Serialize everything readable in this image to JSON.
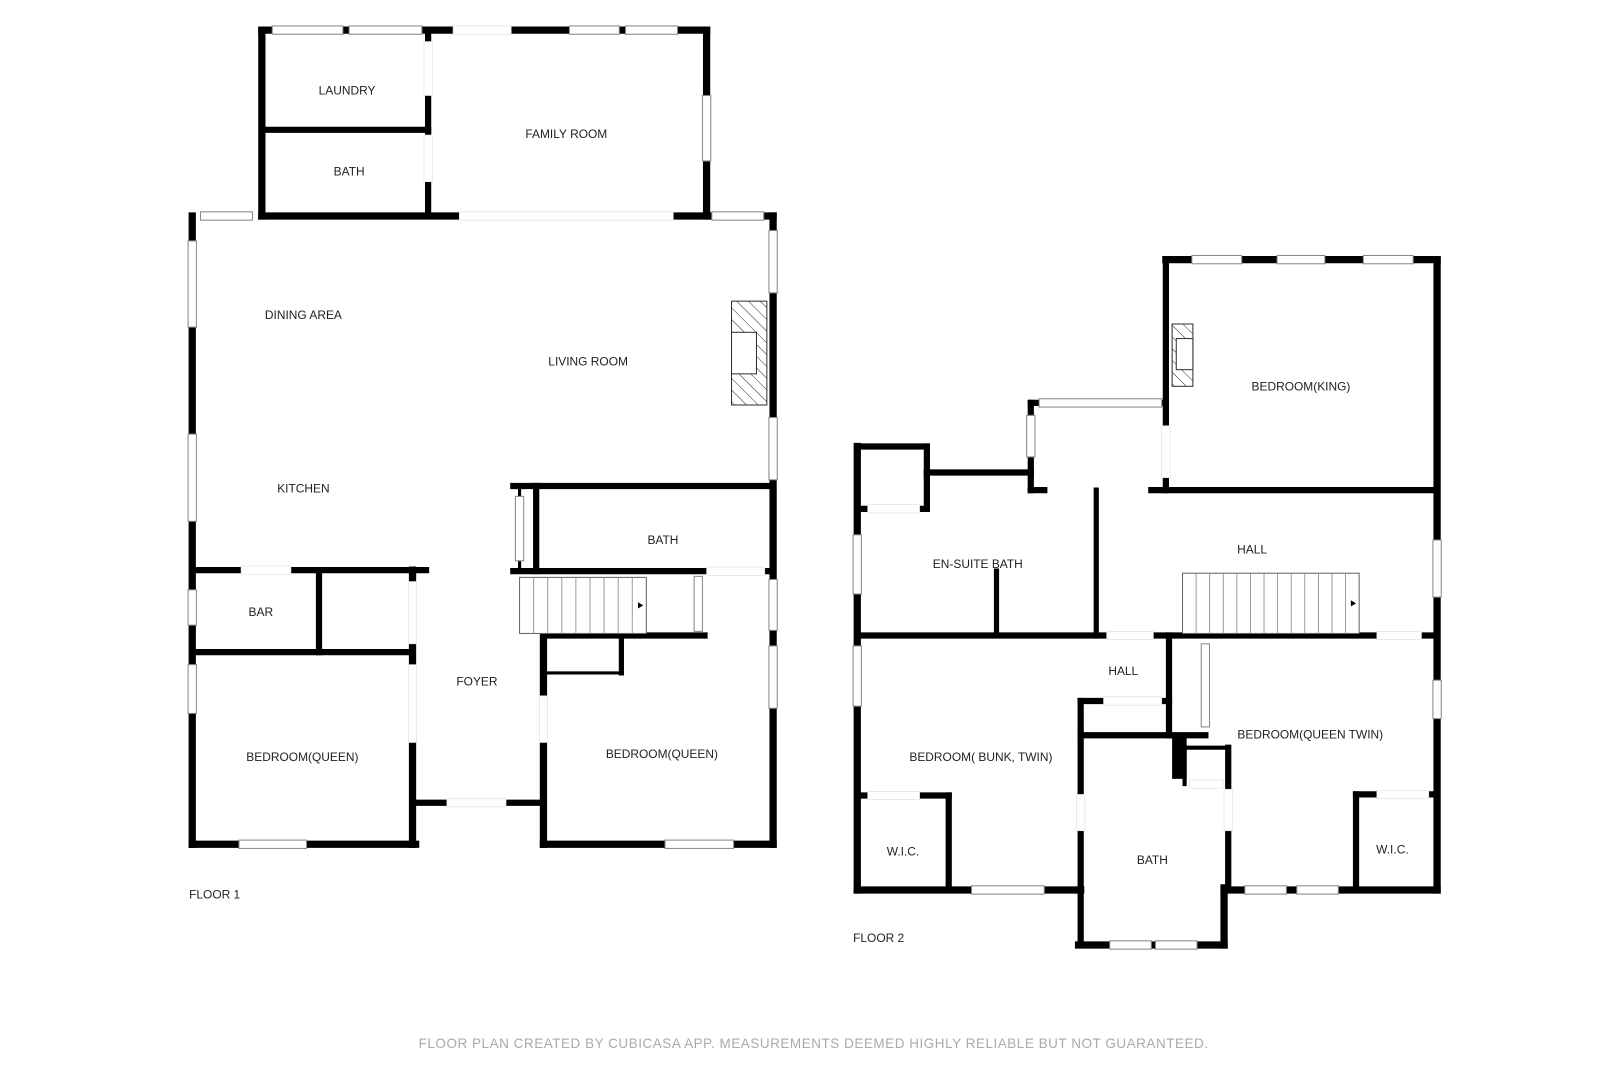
{
  "floor1": {
    "label": "FLOOR 1",
    "rooms": [
      "LAUNDRY",
      "FAMILY ROOM",
      "BATH",
      "DINING AREA",
      "LIVING ROOM",
      "KITCHEN",
      "BATH",
      "BAR",
      "FOYER",
      "BEDROOM(QUEEN)",
      "BEDROOM(QUEEN)"
    ]
  },
  "floor2": {
    "label": "FLOOR 2",
    "rooms": [
      "BEDROOM(KING)",
      "EN-SUITE BATH",
      "HALL",
      "HALL",
      "BEDROOM( BUNK, TWIN)",
      "BEDROOM(QUEEN TWIN)",
      "BATH",
      "W.I.C.",
      "W.I.C."
    ]
  },
  "footer": "FLOOR PLAN CREATED BY CUBICASA APP. MEASUREMENTS DEEMED HIGHLY RELIABLE BUT NOT GUARANTEED."
}
